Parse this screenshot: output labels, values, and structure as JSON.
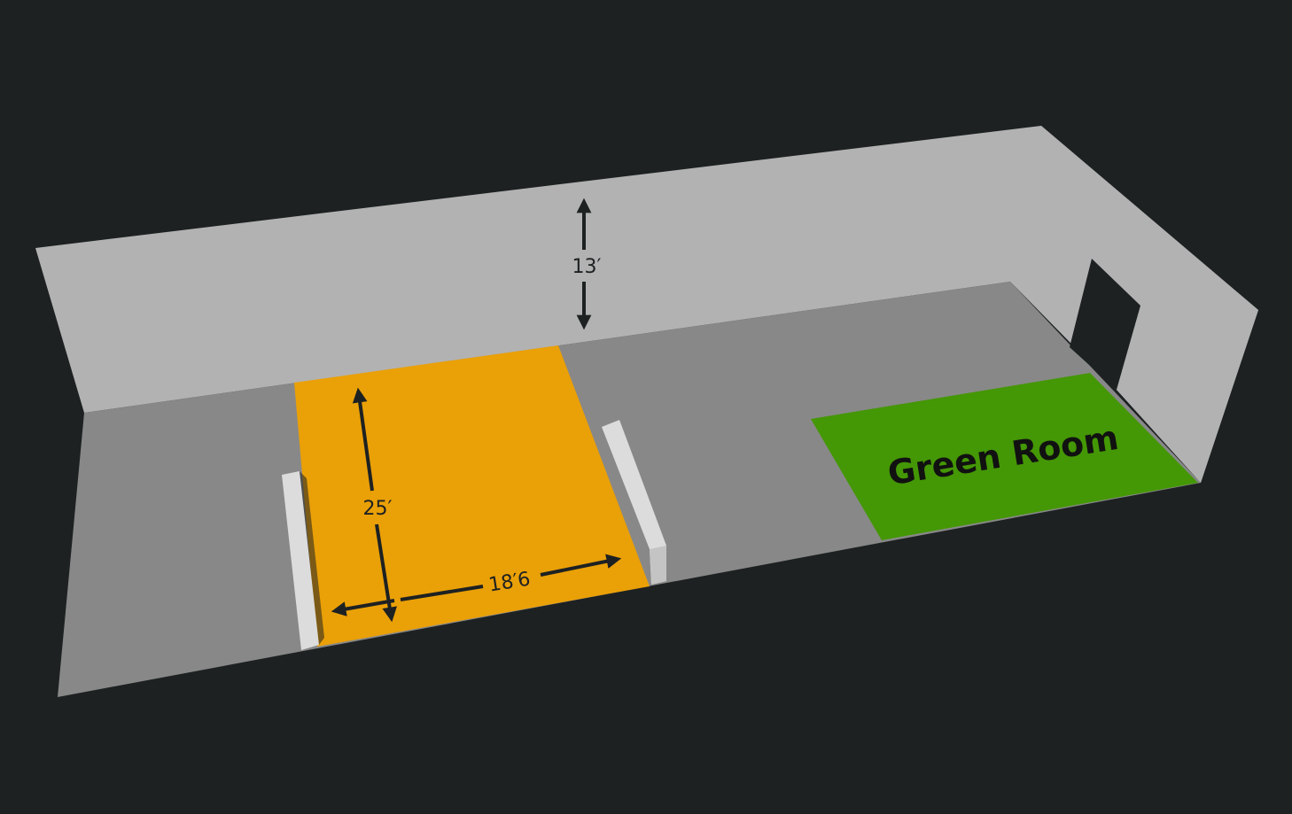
{
  "diagram": {
    "dimensions": {
      "ceiling_height": "13′",
      "stage_depth": "25′",
      "stage_width": "18′6"
    },
    "green_room": {
      "label": "Green Room"
    }
  },
  "colors": {
    "background": "#1d2122",
    "wall": "#b2b2b2",
    "floor": "#888888",
    "stage": "#eaa007",
    "green_room": "#449705",
    "partition": "#dcdcdc",
    "arrow": "#1d2122"
  },
  "icons": {
    "arrow": "double-headed-arrow-icon",
    "doorway": "doorway-icon"
  }
}
